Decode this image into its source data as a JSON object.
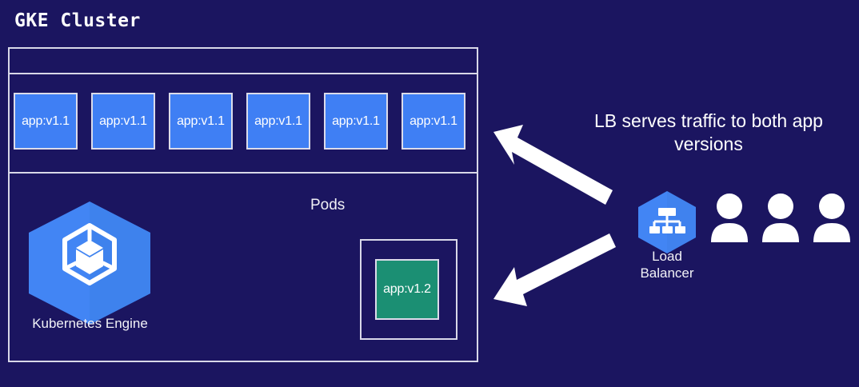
{
  "diagram": {
    "title": "GKE Cluster",
    "background_color": "#1b1560",
    "border_color": "#d8d8e8"
  },
  "cluster": {
    "pods_caption": "Pods",
    "pod_v11_color": "#3f7ff4",
    "pod_v12_color": "#1b8f73",
    "pods_v11": [
      {
        "label": "app:v1.1"
      },
      {
        "label": "app:v1.1"
      },
      {
        "label": "app:v1.1"
      },
      {
        "label": "app:v1.1"
      },
      {
        "label": "app:v1.1"
      },
      {
        "label": "app:v1.1"
      }
    ],
    "pod_v12": {
      "label": "app:v1.2"
    },
    "gke": {
      "caption": "Kubernetes Engine",
      "icon": "kubernetes-engine-hexagon-icon",
      "hex_color": "#4285f4"
    }
  },
  "right_panel": {
    "note_line1": "LB serves traffic to both app",
    "note_line2": "versions",
    "load_balancer": {
      "caption_line1": "Load",
      "caption_line2": "Balancer",
      "icon": "load-balancer-hexagon-icon",
      "hex_color": "#4285f4"
    },
    "users": [
      {
        "icon": "user-icon"
      },
      {
        "icon": "user-icon"
      },
      {
        "icon": "user-icon"
      }
    ],
    "arrows": [
      {
        "name": "arrow-lb-to-v11",
        "direction": "up-left"
      },
      {
        "name": "arrow-lb-to-v12",
        "direction": "down-left"
      }
    ],
    "arrow_color": "#ffffff"
  }
}
